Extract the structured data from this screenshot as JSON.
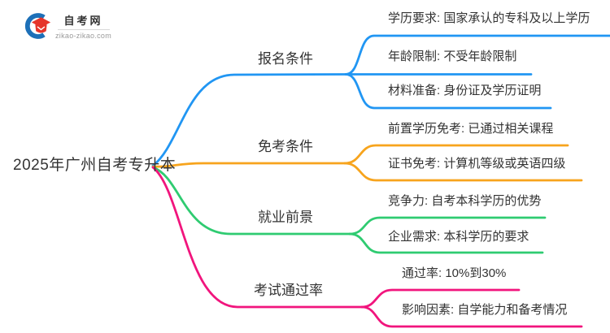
{
  "logo": {
    "title": "自考网",
    "domain": "zikao-zikao.com",
    "crescent_color": "#1D70B8",
    "cap_color": "#E5352B"
  },
  "root": {
    "label": "2025年广州自考专升本",
    "text_color": "#333333"
  },
  "branches": [
    {
      "label": "报名条件",
      "color": "#2196F3",
      "children": [
        "学历要求: 国家承认的专科及以上学历",
        "年龄限制: 不受年龄限制",
        "材料准备: 身份证及学历证明"
      ]
    },
    {
      "label": "免考条件",
      "color": "#F7A41D",
      "children": [
        "前置学历免考: 已通过相关课程",
        "证书免考: 计算机等级或英语四级"
      ]
    },
    {
      "label": "就业前景",
      "color": "#2FCB71",
      "children": [
        "竞争力: 自考本科学历的优势",
        "企业需求: 本科学历的要求"
      ]
    },
    {
      "label": "考试通过率",
      "color": "#F1157D",
      "children": [
        "通过率: 10%到30%",
        "影响因素: 自学能力和备考情况"
      ]
    }
  ]
}
